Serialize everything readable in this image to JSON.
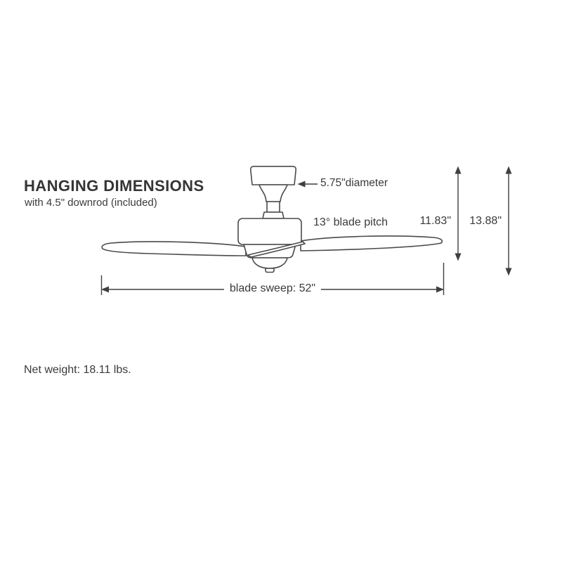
{
  "header": {
    "title": "HANGING DIMENSIONS",
    "subtitle": "with 4.5\" downrod (included)"
  },
  "dimensions": {
    "canopy_diameter": "5.75\"diameter",
    "blade_pitch": "13° blade pitch",
    "height_to_blade": "11.83\"",
    "height_overall": "13.88\"",
    "blade_sweep": "blade sweep: 52\""
  },
  "footer": {
    "net_weight": "Net weight: 18.11 lbs."
  },
  "colors": {
    "line": "#4a4a4a",
    "text": "#3a3a3a"
  }
}
